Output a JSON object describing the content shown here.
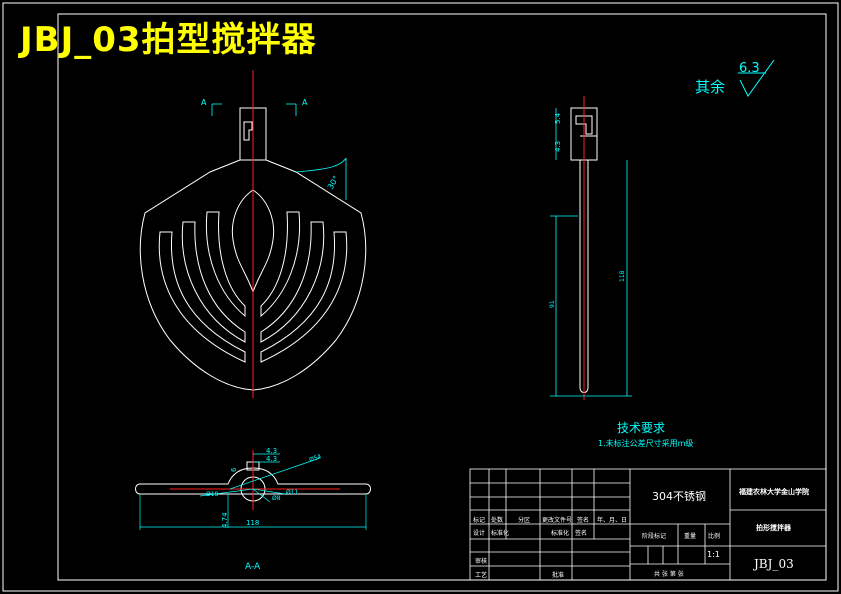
{
  "banner_title": "JBJ_03拍型搅拌器",
  "roughness": {
    "label": "其余",
    "value": "6.3"
  },
  "section_markers": {
    "left": "A",
    "right": "A",
    "view_label": "A-A"
  },
  "dimensions": {
    "angle": "30°",
    "side_top_a": "5.4",
    "side_top_b": "4.3",
    "side_length_total": "118",
    "side_length_lower": "91",
    "section_a": "4.3",
    "section_b": "4.3",
    "section_c": "6",
    "section_dia_a": "Ø54",
    "section_dia_b": "Ø18",
    "section_dia_c": "Ø11",
    "section_dia_d": "Ø8",
    "section_height": "4.74",
    "section_width": "118"
  },
  "tech_requirements": {
    "heading": "技术要求",
    "item1": "1.未标注公差尺寸采用m级"
  },
  "title_block": {
    "material": "304不锈钢",
    "school": "福建农林大学金山学院",
    "part_name": "拍形搅拌器",
    "drawing_no": "JBJ_03",
    "scale": "1:1",
    "row_labels": [
      "标记",
      "处数",
      "分区",
      "更改文件号",
      "签名",
      "年、月、日"
    ],
    "design_row": [
      "设计",
      "标准化",
      "标准化",
      "签名"
    ],
    "stage_labels": [
      "阶段标记",
      "重量",
      "比例"
    ],
    "review": "审核",
    "process": "工艺",
    "approve": "批准",
    "sheets": "共  张  第  张"
  }
}
